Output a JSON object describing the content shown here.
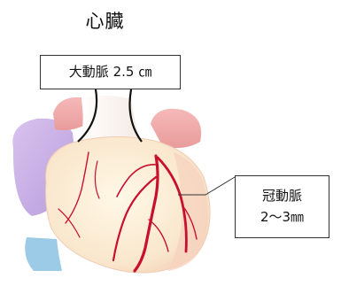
{
  "diagram": {
    "title": "心臓",
    "aorta_label": "大動脈 2.5 ㎝",
    "coronary_label_line1": "冠動脈",
    "coronary_label_line2": "2～3㎜"
  }
}
